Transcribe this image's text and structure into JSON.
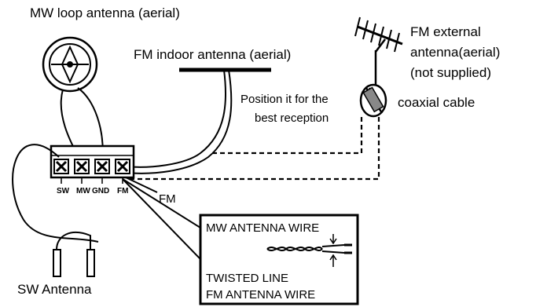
{
  "labels": {
    "mw_loop": "MW loop antenna (aerial)",
    "fm_indoor": "FM indoor antenna (aerial)",
    "fm_external_1": "FM external",
    "fm_external_2": "antenna(aerial)",
    "fm_external_3": "(not supplied)",
    "coaxial": "coaxial cable",
    "position_1": "Position it for the",
    "position_2": "best reception",
    "fm_lead": "FM",
    "sw_antenna": "SW Antenna"
  },
  "terminals": [
    "SW",
    "MW",
    "GND",
    "FM"
  ],
  "inset": {
    "mw_wire": "MW ANTENNA WIRE",
    "twisted": "TWISTED LINE",
    "fm_wire": "FM ANTENNA WIRE"
  }
}
